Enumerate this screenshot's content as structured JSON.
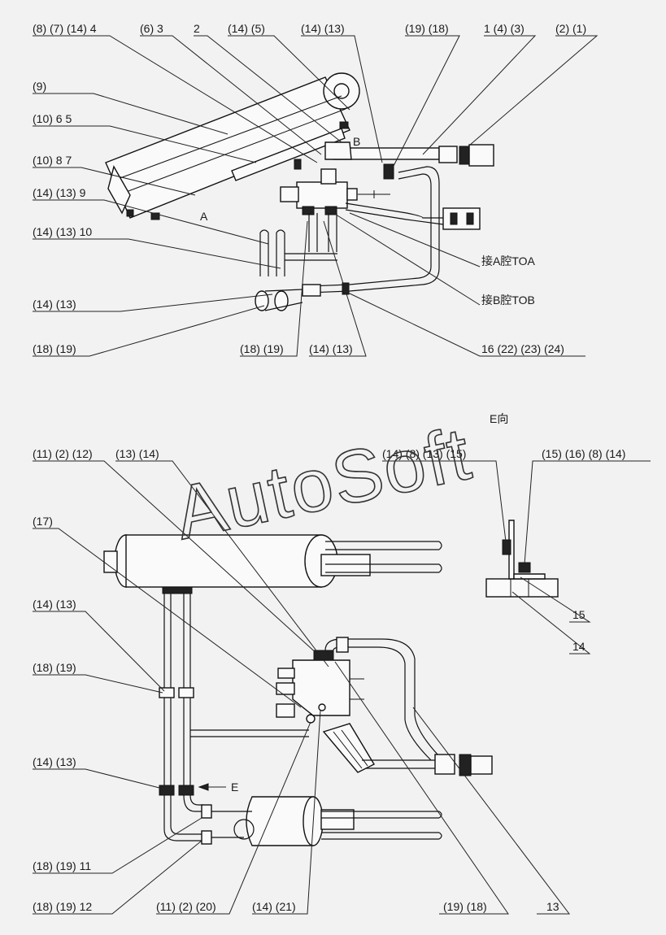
{
  "watermark": "AutoSoft",
  "direction_view_label": "E向",
  "arrow_label": "E",
  "point_labels": {
    "a": "A",
    "b": "B"
  },
  "callouts_top": [
    "(8) (7) (14) 4",
    "(6) 3",
    "2",
    "(14) (5)",
    "(14) (13)",
    "(19) (18)",
    "1 (4) (3)",
    "(2) (1)",
    "(9)",
    "(10) 6 5",
    "(10) 8 7",
    "(14) (13) 9",
    "(14) (13) 10",
    "(14) (13)",
    "(18) (19)",
    "(18) (19)",
    "(14) (13)",
    "16 (22) (23) (24)",
    "接A腔TOA",
    "接B腔TOB"
  ],
  "callouts_bottom": [
    "(11) (2) (12)",
    "(13) (14)",
    "(17)",
    "(14) (13)",
    "(18) (19)",
    "(14) (13)",
    "(18) (19) 11",
    "(18) (19) 12",
    "(11) (2) (20)",
    "(14) (21)",
    "(19) (18)",
    "13",
    "(14) (8) (13) (15)",
    "(15) (16) (8) (14)",
    "15",
    "14"
  ]
}
